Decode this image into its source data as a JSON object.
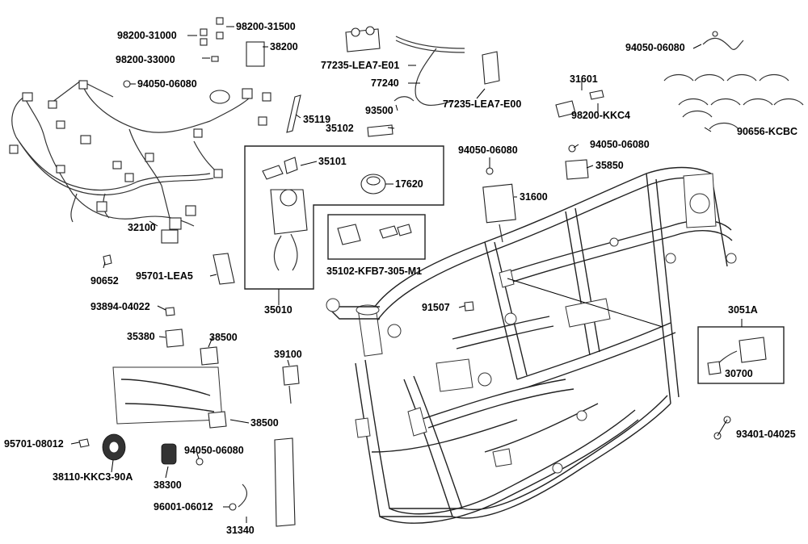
{
  "labels": {
    "p_98200_31000": "98200-31000",
    "p_98200_31500": "98200-31500",
    "p_38200": "38200",
    "p_98200_33000": "98200-33000",
    "p_94050_06080_a": "94050-06080",
    "p_77235_lea7_e01": "77235-LEA7-E01",
    "p_77240": "77240",
    "p_77235_lea7_e00": "77235-LEA7-E00",
    "p_94050_06080_b": "94050-06080",
    "p_31601": "31601",
    "p_98200_kkc4": "98200-KKC4",
    "p_90656_kcbc": "90656-KCBC",
    "p_93500": "93500",
    "p_35119": "35119",
    "p_35102": "35102",
    "p_35101": "35101",
    "p_17620": "17620",
    "p_94050_06080_c": "94050-06080",
    "p_94050_06080_d": "94050-06080",
    "p_35850": "35850",
    "p_31600": "31600",
    "p_32100": "32100",
    "p_35102_kfb7": "35102-KFB7-305-M1",
    "p_90652": "90652",
    "p_95701_lea5": "95701-LEA5",
    "p_35010": "35010",
    "p_93894_04022": "93894-04022",
    "p_91507": "91507",
    "p_3051a": "3051A",
    "p_35380": "35380",
    "p_38500_a": "38500",
    "p_39100": "39100",
    "p_30700": "30700",
    "p_38500_b": "38500",
    "p_93401_04025": "93401-04025",
    "p_95701_08012": "95701-08012",
    "p_94050_06080_e": "94050-06080",
    "p_38110_kkc3": "38110-KKC3-90A",
    "p_38300": "38300",
    "p_96001_06012": "96001-06012",
    "p_31340": "31340"
  }
}
